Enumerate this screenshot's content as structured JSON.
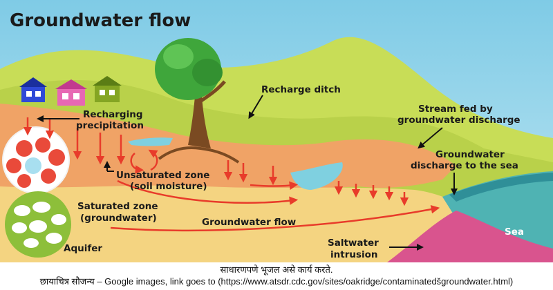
{
  "title": "Groundwater flow",
  "labels": {
    "recharge_ditch": "Recharge ditch",
    "recharging_line1": "Recharging",
    "recharging_line2": "precipitation",
    "stream_line1": "Stream fed by",
    "stream_line2": "groundwater discharge",
    "discharge_line1": "Groundwater",
    "discharge_line2": "discharge to the sea",
    "unsat_line1": "Unsaturated zone",
    "unsat_line2": "(soil moisture)",
    "sat_line1": "Saturated zone",
    "sat_line2": "(groundwater)",
    "gw_flow": "Groundwater flow",
    "aquifer": "Aquifer",
    "sea": "Sea",
    "salt_line1": "Saltwater",
    "salt_line2": "intrusion"
  },
  "caption": {
    "line1": "साधारणपणे भूजल असे कार्य करते.",
    "line2": "छायाचित्र सौजन्य – Google images, link goes to (https://www.atsdr.cdc.gov/sites/oakridge/contaminatedšgroundwater.html)"
  },
  "colors": {
    "sky": "#8fd0ec",
    "hills": "#c8dd57",
    "soil_orange": "#f0a366",
    "soil_yellow": "#f4d481",
    "sea": "#4fb3b3",
    "saltwater": "#d9548e",
    "arrow_red": "#e83b2a"
  },
  "icons": [
    "house-icon",
    "tree-icon",
    "down-arrow-icon"
  ]
}
